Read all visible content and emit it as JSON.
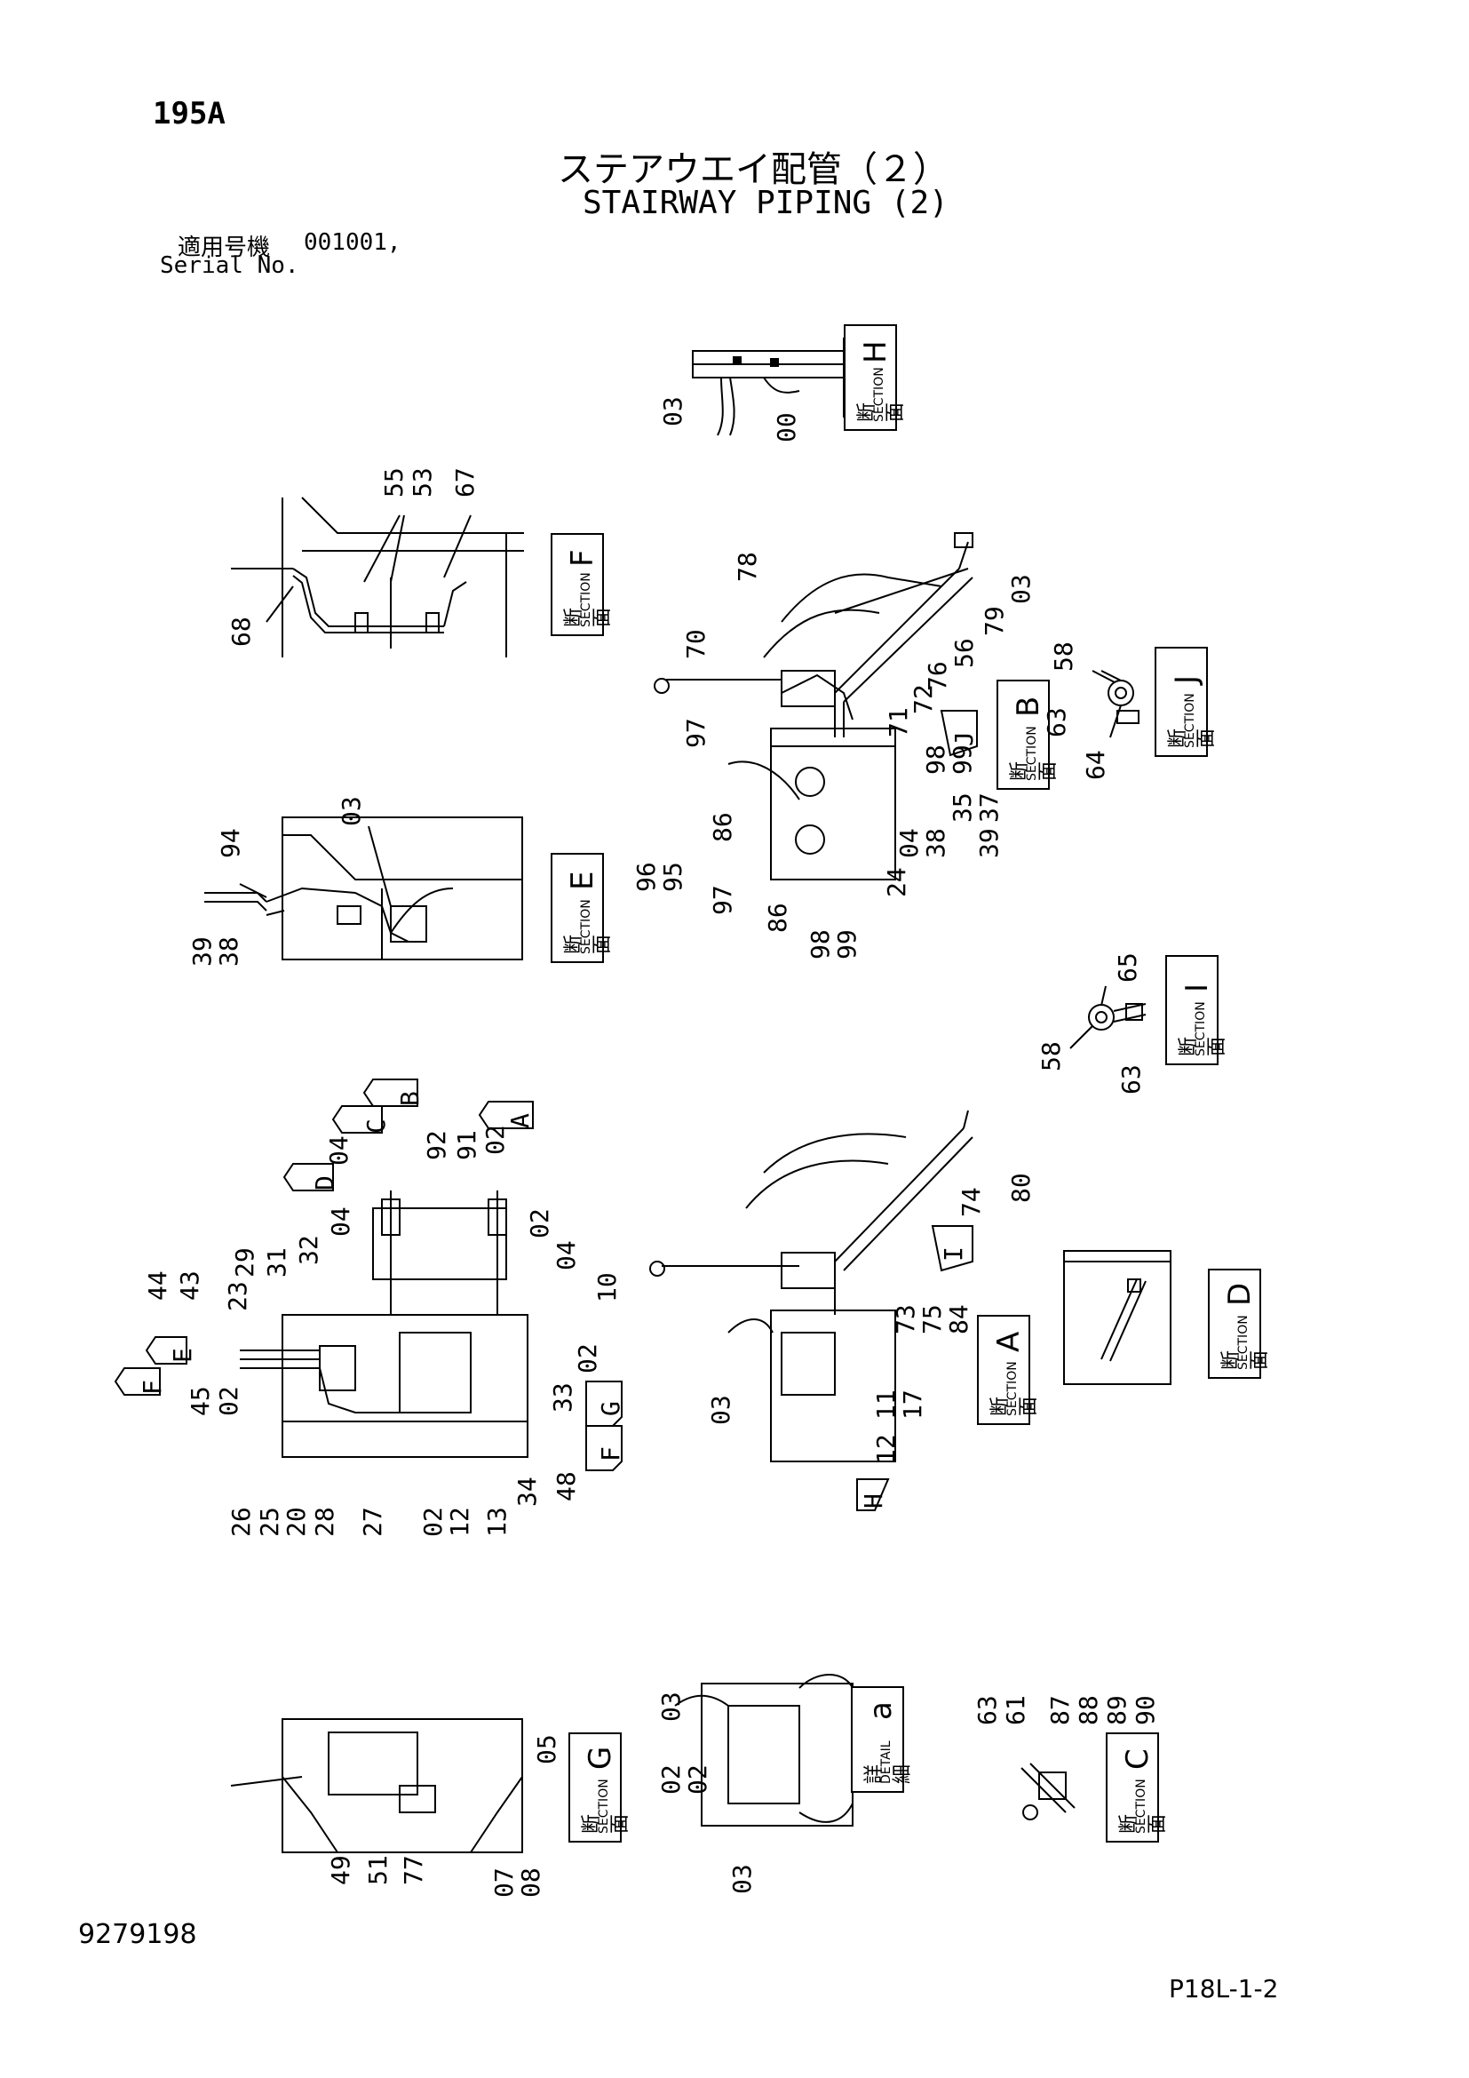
{
  "header": {
    "page_code": "195A",
    "title_jp": "ステアウエイ配管（２）",
    "title_en": "STAIRWAY PIPING (2)",
    "serial_jp": "適用号機",
    "serial_value": "001001,",
    "serial_en": "Serial No."
  },
  "footer": {
    "doc_number": "9279198",
    "page_ref": "P18L-1-2"
  },
  "tag": {
    "section_jp": "断 面",
    "section_en": "SECTION",
    "detail_jp": "詳 細",
    "detail_en": "DETAIL"
  },
  "sections": {
    "H": "H",
    "F": "F",
    "E": "E",
    "B": "B",
    "J": "J",
    "I": "I",
    "D": "D",
    "A": "A",
    "G": "G",
    "C": "C",
    "a": "a"
  },
  "labels": {
    "sec_h": [
      "03",
      "00"
    ],
    "sec_f": [
      "55",
      "53",
      "67",
      "68"
    ],
    "sec_e": [
      "94",
      "03",
      "39",
      "38"
    ],
    "sec_b": [
      "78",
      "03",
      "79",
      "56",
      "76",
      "72",
      "71",
      "70",
      "97",
      "86",
      "96",
      "95",
      "97",
      "86",
      "98",
      "99",
      "98",
      "99",
      "35",
      "37",
      "38",
      "39",
      "04",
      "24"
    ],
    "sec_j": [
      "58",
      "63",
      "64"
    ],
    "sec_i": [
      "65",
      "58",
      "63"
    ],
    "plan": [
      "92",
      "91",
      "02",
      "04",
      "04",
      "02",
      "04",
      "10",
      "29",
      "31",
      "32",
      "44",
      "43",
      "23",
      "45",
      "02",
      "02",
      "33",
      "48",
      "34",
      "13",
      "12",
      "02",
      "27",
      "28",
      "20",
      "25",
      "26"
    ],
    "sec_a": [
      "74",
      "80",
      "73",
      "75",
      "84",
      "03",
      "11",
      "17",
      "12"
    ],
    "sec_g": [
      "05",
      "49",
      "51",
      "77",
      "07",
      "08"
    ],
    "detail_a": [
      "03",
      "02",
      "02",
      "03"
    ],
    "sec_c": [
      "63",
      "61",
      "87",
      "88",
      "89",
      "90"
    ]
  },
  "arrows": [
    "B",
    "C",
    "A",
    "D",
    "E",
    "F",
    "G",
    "F",
    "H",
    "I",
    "J"
  ]
}
